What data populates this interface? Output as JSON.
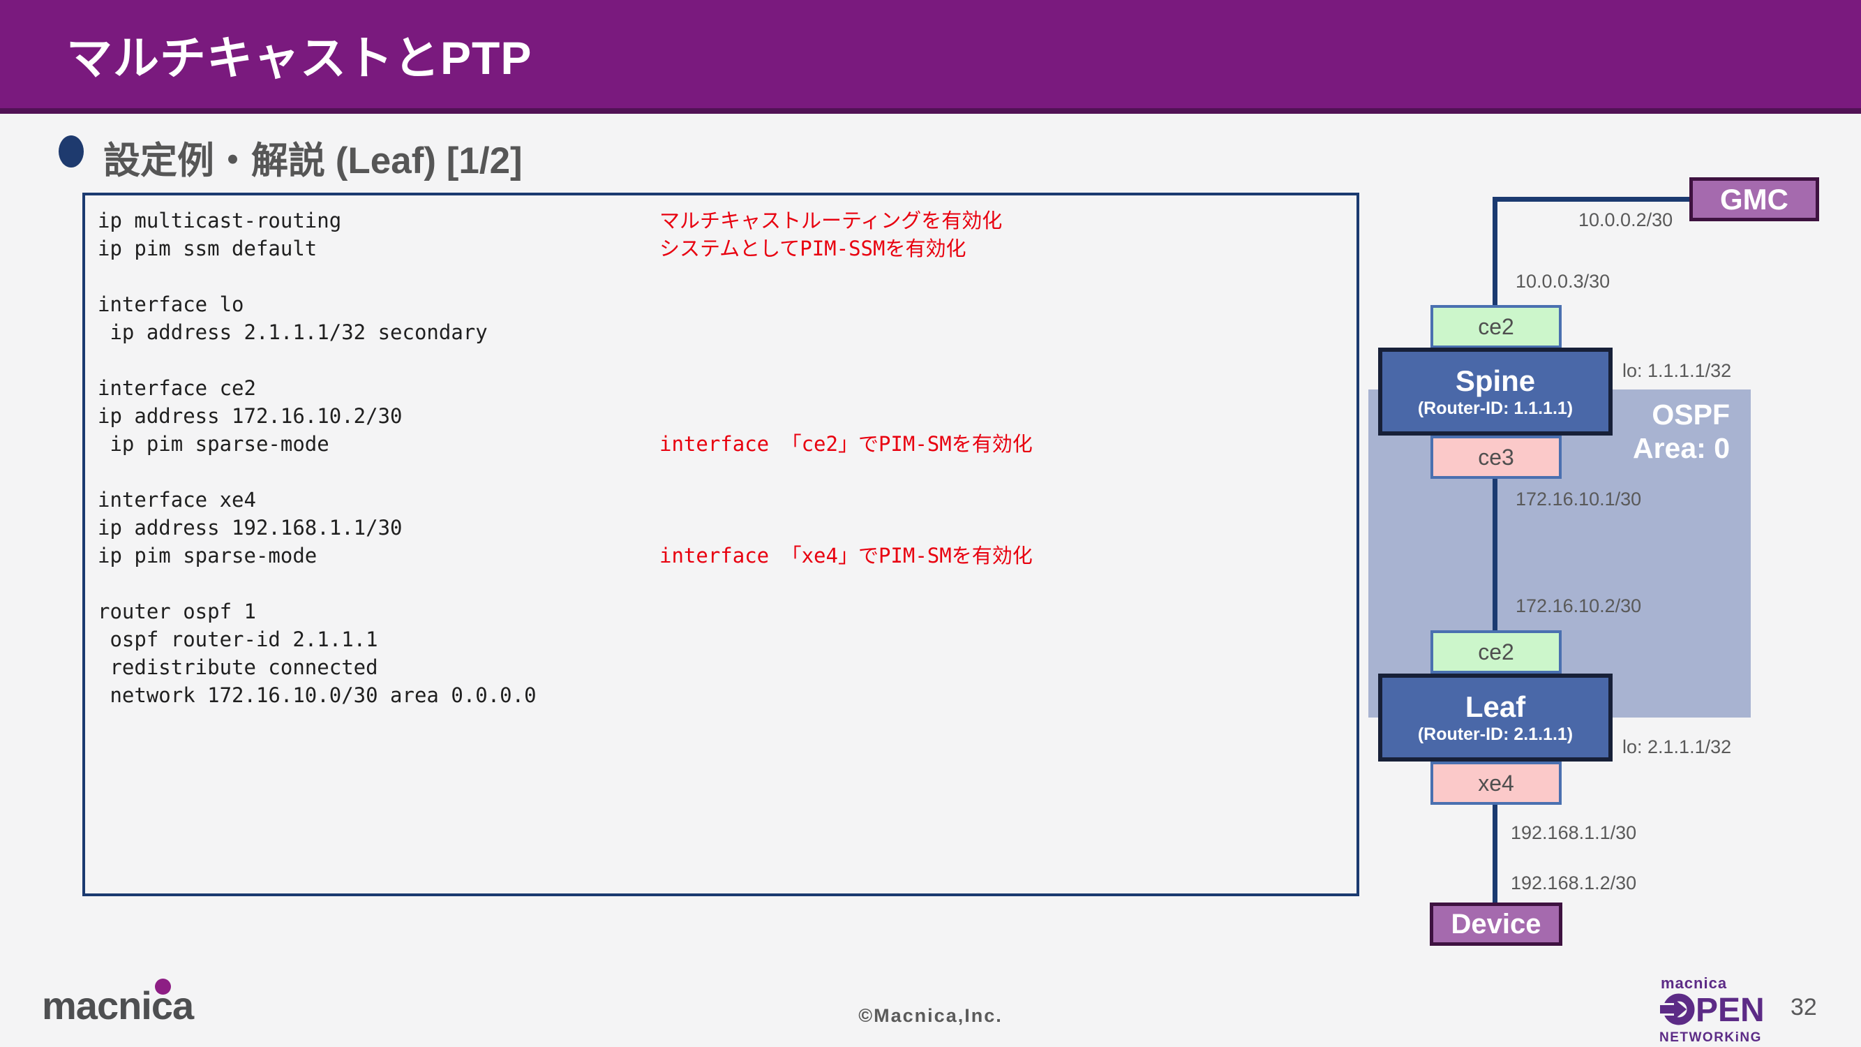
{
  "header": {
    "title": "マルチキャストとPTP",
    "bar_color": "#7a1a7e",
    "stripe_color": "#511255"
  },
  "section": {
    "heading": "設定例・解説 (Leaf) [1/2]"
  },
  "code_box": {
    "note_color": "#e8000f",
    "lines": [
      {
        "code": "ip multicast-routing",
        "note": "マルチキャストルーティングを有効化"
      },
      {
        "code": "ip pim ssm default",
        "note": "システムとしてPIM-SSMを有効化"
      },
      {
        "code": ""
      },
      {
        "code": "interface lo"
      },
      {
        "code": " ip address 2.1.1.1/32 secondary"
      },
      {
        "code": ""
      },
      {
        "code": "interface ce2"
      },
      {
        "code": "ip address 172.16.10.2/30"
      },
      {
        "code": " ip pim sparse-mode",
        "note": "interface 「ce2」でPIM-SMを有効化"
      },
      {
        "code": ""
      },
      {
        "code": "interface xe4"
      },
      {
        "code": "ip address 192.168.1.1/30"
      },
      {
        "code": "ip pim sparse-mode",
        "note": "interface 「xe4」でPIM-SMを有効化"
      },
      {
        "code": ""
      },
      {
        "code": "router ospf 1"
      },
      {
        "code": " ospf router-id 2.1.1.1"
      },
      {
        "code": " redistribute connected"
      },
      {
        "code": " network 172.16.10.0/30 area 0.0.0.0"
      }
    ]
  },
  "diagram": {
    "gmc": {
      "label": "GMC"
    },
    "device": {
      "label": "Device"
    },
    "spine": {
      "name": "Spine",
      "router_id": "(Router-ID: 1.1.1.1)"
    },
    "leaf": {
      "name": "Leaf",
      "router_id": "(Router-ID: 2.1.1.1)"
    },
    "ospf_area": {
      "line1": "OSPF",
      "line2": "Area: 0"
    },
    "interfaces": {
      "spine_ce2": "ce2",
      "spine_ce3": "ce3",
      "leaf_ce2": "ce2",
      "leaf_xe4": "xe4"
    },
    "labels": {
      "gmc_link": "10.0.0.2/30",
      "spine_uplink": "10.0.0.3/30",
      "spine_lo": "lo: 1.1.1.1/32",
      "spine_ce3_ip": "172.16.10.1/30",
      "leaf_ce2_ip": "172.16.10.2/30",
      "leaf_lo": "lo: 2.1.1.1/32",
      "leaf_xe4_ip": "192.168.1.1/30",
      "device_ip": "192.168.1.2/30"
    },
    "colors": {
      "node_blue": "#4a68a8",
      "node_purple": "#a56aae",
      "area_fill": "#a8b3d1",
      "green_interface": "#ccf6cb",
      "pink_interface": "#fbc9c9",
      "line": "#1b3a70"
    }
  },
  "footer": {
    "copyright": "©Macnica,Inc.",
    "page_number": "32",
    "macnica_logo_text": "macnica",
    "open_logo": {
      "brand": "macnica",
      "open": "PEN",
      "networking": "NETWORKiNG"
    }
  }
}
